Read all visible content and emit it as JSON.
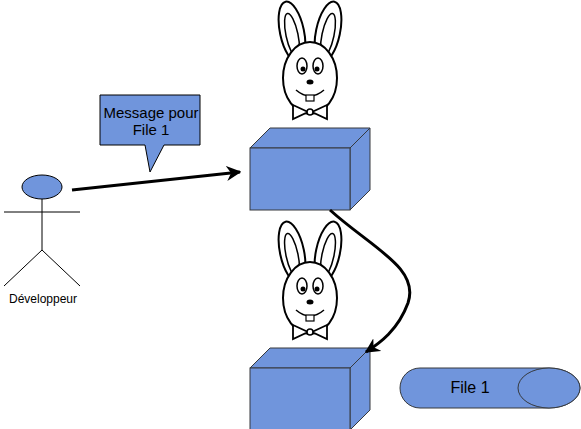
{
  "diagram": {
    "nodes": [
      {
        "text": [
          "Message pour File 1"
        ]
      },
      {
        "text": [
          "Développeur"
        ]
      },
      {
        "text": [
          "File 1"
        ]
      }
    ]
  }
}
